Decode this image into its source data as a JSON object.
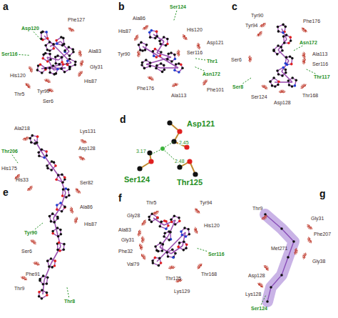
{
  "diagram": {
    "labels": [
      "a",
      "Asp120",
      "Phe127",
      "Ser116",
      "His120",
      "Ala83",
      "Gly31",
      "His87",
      "Tyr90",
      "Thr5",
      "Ser6",
      "b",
      "Ser124",
      "His87",
      "Ala86",
      "His120",
      "Asp121",
      "Ser116",
      "Tyr90",
      "Thr1",
      "Asn172",
      "Phe101",
      "Ala113",
      "Phe176",
      "c",
      "Tyr90",
      "Tyr94",
      "Phe176",
      "Ser6",
      "Asn172",
      "Ala113",
      "Ser116",
      "Thr117",
      "Ser8",
      "Ser124",
      "Thr168",
      "Asp128",
      "d",
      "Asp121",
      "Ser124",
      "Thr125",
      "2.45",
      "2.48",
      "3.17",
      "e",
      "Ala218",
      "Lys131",
      "Thr206",
      "Asp128",
      "His175",
      "His33",
      "Ser82",
      "Ala86",
      "His87",
      "Tyr90",
      "Ser6",
      "Phe91",
      "Thr9",
      "Thr8",
      "f",
      "Thr5",
      "Tyr94",
      "Gly28",
      "Ala83",
      "His120",
      "Gly31",
      "Phe32",
      "Val79",
      "Ser116",
      "Thr125",
      "Thr168",
      "Lys129",
      "g",
      "Thr9",
      "Gly31",
      "Phe207",
      "Met271",
      "Gly38",
      "Asp128",
      "Lys128",
      "Ser124"
    ]
  }
}
